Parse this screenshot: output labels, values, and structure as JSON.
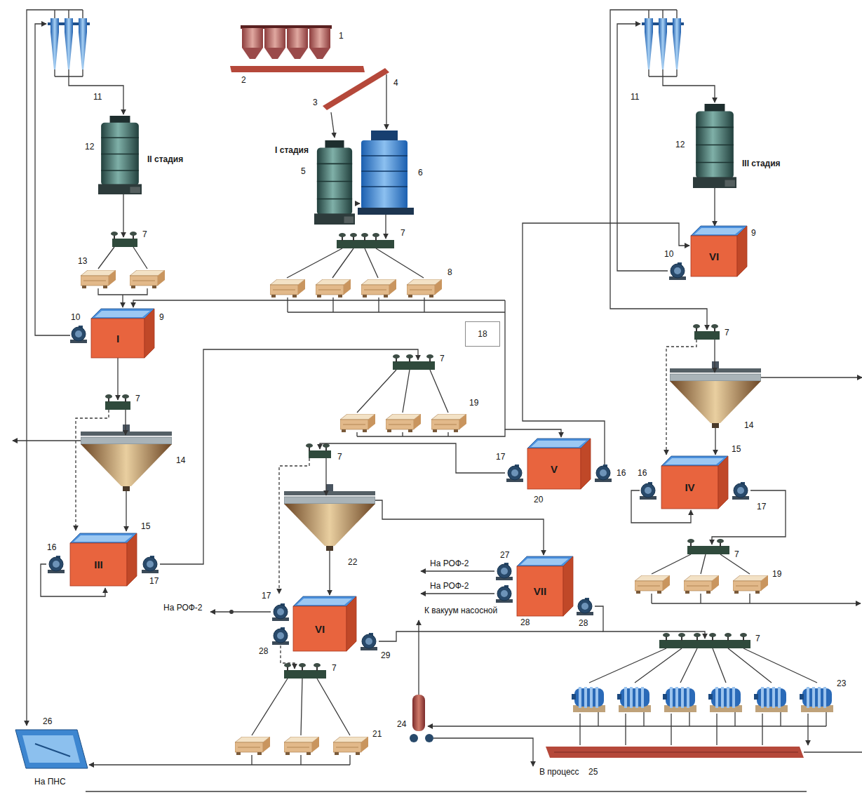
{
  "diagram": {
    "nodes": [
      {
        "text": [
          "I стадия"
        ]
      },
      {
        "text": [
          "II стадия"
        ]
      },
      {
        "text": [
          "III стадия"
        ]
      },
      {
        "text": [
          "VI"
        ]
      },
      {
        "text": [
          "I"
        ]
      },
      {
        "text": [
          "18"
        ]
      },
      {
        "text": [
          "V"
        ]
      },
      {
        "text": [
          "IV"
        ]
      },
      {
        "text": [
          "III"
        ]
      },
      {
        "text": [
          "VII"
        ]
      },
      {
        "text": [
          "VI"
        ]
      }
    ],
    "edges": [
      {
        "from": 2,
        "to": 3,
        "arrow": "to"
      }
    ],
    "labels": [
      "1",
      "2",
      "3",
      "4",
      "5",
      "6",
      "7",
      "8",
      "11",
      "12",
      "7",
      "13",
      "10",
      "9",
      "7",
      "14",
      "16",
      "15",
      "17",
      "7",
      "19",
      "7",
      "17",
      "16",
      "20",
      "22",
      "27",
      "28",
      "28",
      "На РОФ-2",
      "На РОФ-2",
      "На РОФ-2",
      "17",
      "28",
      "29",
      "7",
      "21",
      "К вакуум насосной",
      "24",
      "7",
      "23",
      "В процесс",
      "25",
      "26",
      "На ПНС",
      "11",
      "12",
      "10",
      "9",
      "7",
      "14",
      "15",
      "16",
      "17",
      "7",
      "19"
    ]
  }
}
